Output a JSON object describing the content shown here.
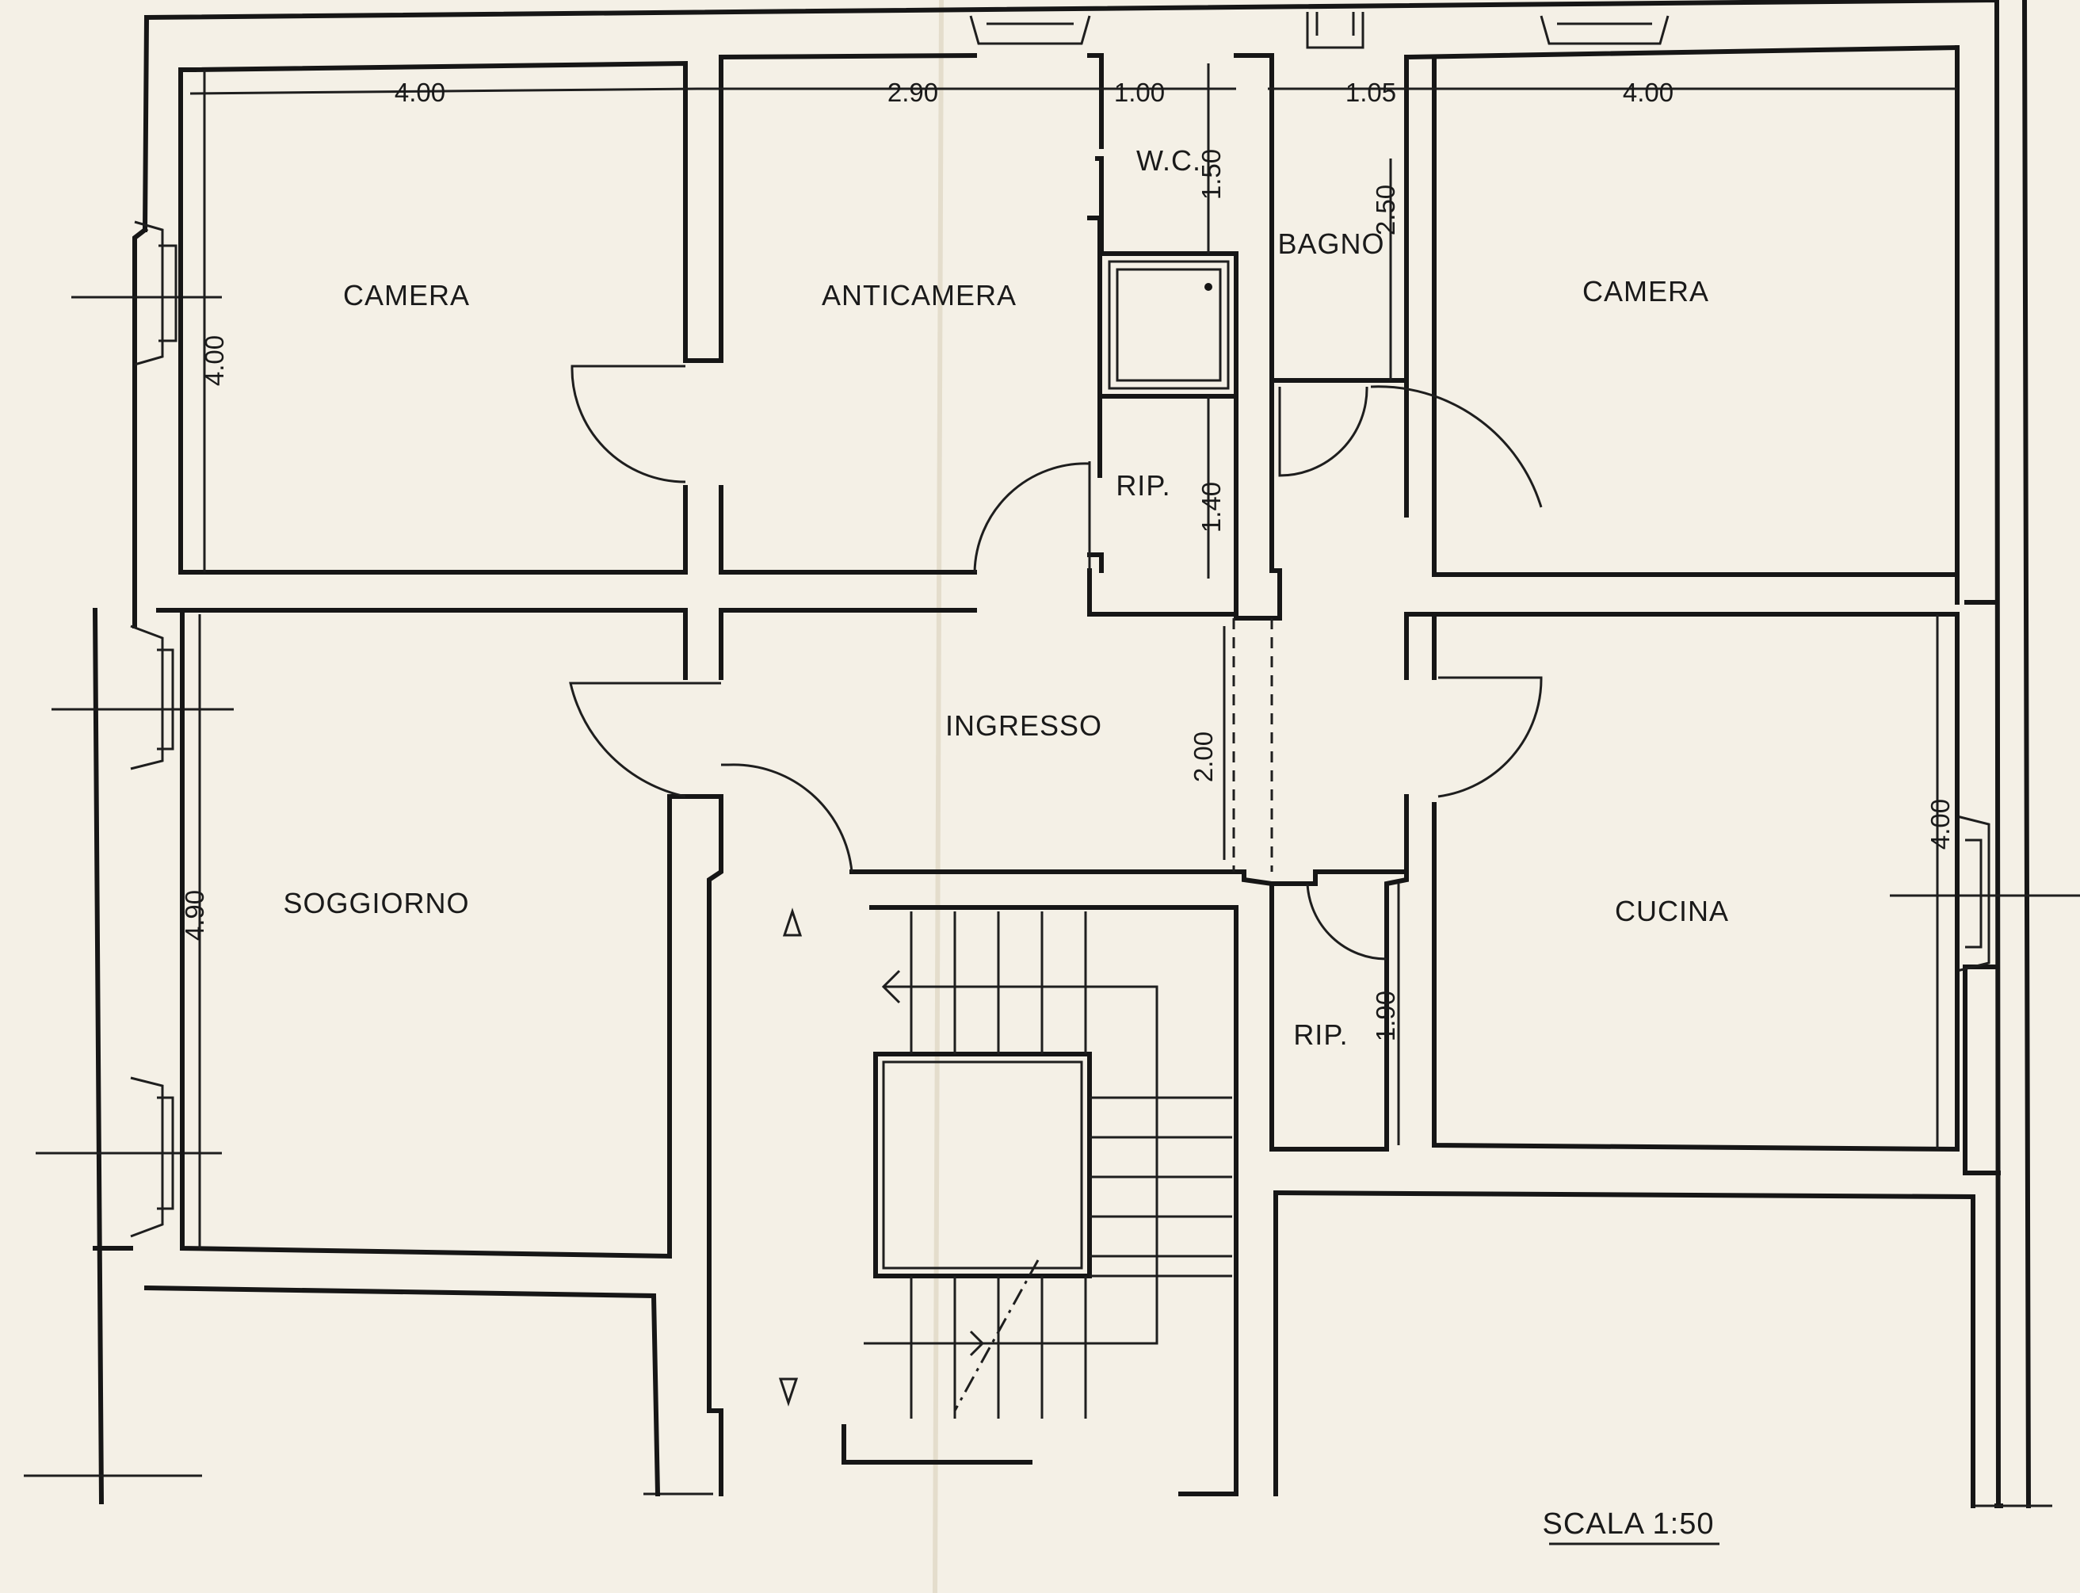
{
  "plan": {
    "rooms": {
      "camera_left": "CAMERA",
      "anticamera": "ANTICAMERA",
      "wc": "W.C.",
      "bagno": "BAGNO",
      "camera_right": "CAMERA",
      "rip_upper": "RIP.",
      "ingresso": "INGRESSO",
      "soggiorno": "SOGGIORNO",
      "cucina": "CUCINA",
      "rip_lower": "RIP."
    },
    "dimensions": {
      "camera_left_width": "4.00",
      "anticamera_width": "2.90",
      "wc_width": "1.00",
      "bagno_width": "1.05",
      "camera_right_width": "4.00",
      "camera_left_height": "4.00",
      "wc_height": "1.50",
      "bagno_height": "2.50",
      "rip_upper_height": "1.40",
      "ingresso_height": "2.00",
      "soggiorno_height": "4.90",
      "cucina_height": "4.00",
      "rip_lower_height": "1.90"
    },
    "scale_label": "SCALA 1:50"
  }
}
